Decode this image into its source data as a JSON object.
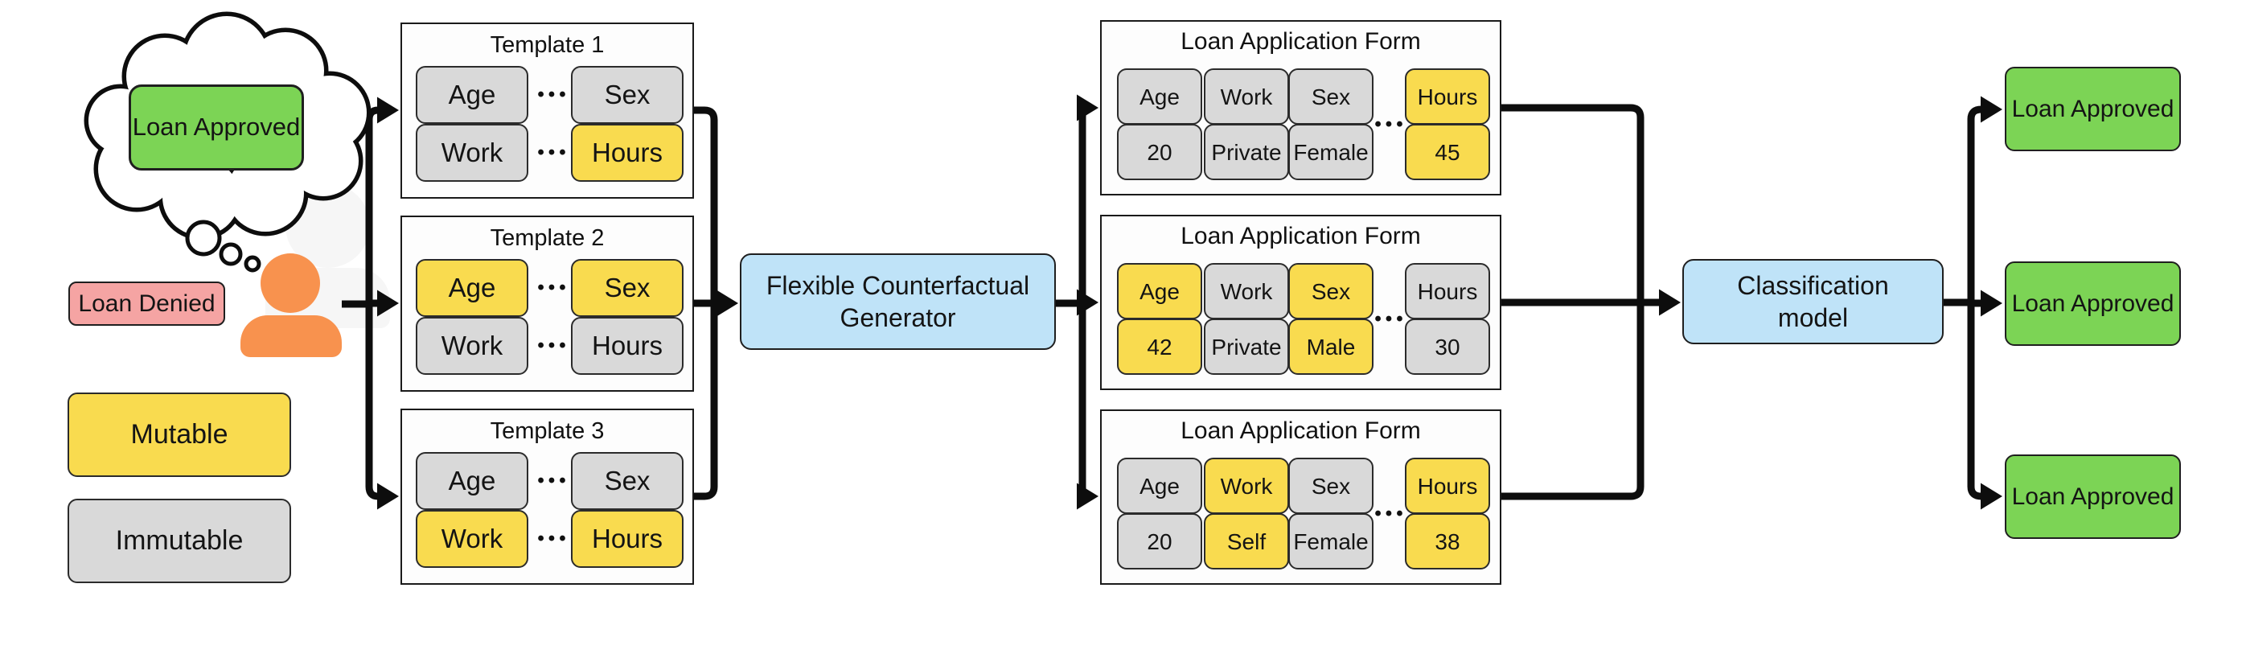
{
  "colors": {
    "mutable": "#F9DB4F",
    "immutable": "#D9D9D9",
    "approved": "#7CD455",
    "denied": "#F5A4A3",
    "process": "#BFE3F8",
    "person": "#F8924E",
    "line": "#0D0D0D"
  },
  "glyphs": {
    "ellipsis": "•••"
  },
  "thought": {
    "label": "Loan Approved"
  },
  "denied_label": "Loan Denied",
  "legend": [
    {
      "label": "Mutable",
      "variant": "mutable"
    },
    {
      "label": "Immutable",
      "variant": "immutable"
    }
  ],
  "templates": [
    {
      "title": "Template 1",
      "row1": [
        {
          "label": "Age",
          "variant": "immutable"
        },
        {
          "label": "Sex",
          "variant": "immutable"
        }
      ],
      "row2": [
        {
          "label": "Work",
          "variant": "immutable"
        },
        {
          "label": "Hours",
          "variant": "mutable"
        }
      ]
    },
    {
      "title": "Template 2",
      "row1": [
        {
          "label": "Age",
          "variant": "mutable"
        },
        {
          "label": "Sex",
          "variant": "mutable"
        }
      ],
      "row2": [
        {
          "label": "Work",
          "variant": "immutable"
        },
        {
          "label": "Hours",
          "variant": "immutable"
        }
      ]
    },
    {
      "title": "Template 3",
      "row1": [
        {
          "label": "Age",
          "variant": "immutable"
        },
        {
          "label": "Sex",
          "variant": "immutable"
        }
      ],
      "row2": [
        {
          "label": "Work",
          "variant": "mutable"
        },
        {
          "label": "Hours",
          "variant": "mutable"
        }
      ]
    }
  ],
  "generator": {
    "label": "Flexible Counterfactual Generator"
  },
  "forms": [
    {
      "title": "Loan Application Form",
      "fields": [
        {
          "name": "Age",
          "value": "20",
          "variant": "immutable"
        },
        {
          "name": "Work",
          "value": "Private",
          "variant": "immutable"
        },
        {
          "name": "Sex",
          "value": "Female",
          "variant": "immutable"
        },
        {
          "name": "Hours",
          "value": "45",
          "variant": "mutable"
        }
      ]
    },
    {
      "title": "Loan Application Form",
      "fields": [
        {
          "name": "Age",
          "value": "42",
          "variant": "mutable"
        },
        {
          "name": "Work",
          "value": "Private",
          "variant": "immutable"
        },
        {
          "name": "Sex",
          "value": "Male",
          "variant": "mutable"
        },
        {
          "name": "Hours",
          "value": "30",
          "variant": "immutable"
        }
      ]
    },
    {
      "title": "Loan Application Form",
      "fields": [
        {
          "name": "Age",
          "value": "20",
          "variant": "immutable"
        },
        {
          "name": "Work",
          "value": "Self",
          "variant": "mutable"
        },
        {
          "name": "Sex",
          "value": "Female",
          "variant": "immutable"
        },
        {
          "name": "Hours",
          "value": "38",
          "variant": "mutable"
        }
      ]
    }
  ],
  "classifier": {
    "label": "Classification model"
  },
  "outputs": [
    {
      "label": "Loan Approved"
    },
    {
      "label": "Loan Approved"
    },
    {
      "label": "Loan Approved"
    }
  ]
}
